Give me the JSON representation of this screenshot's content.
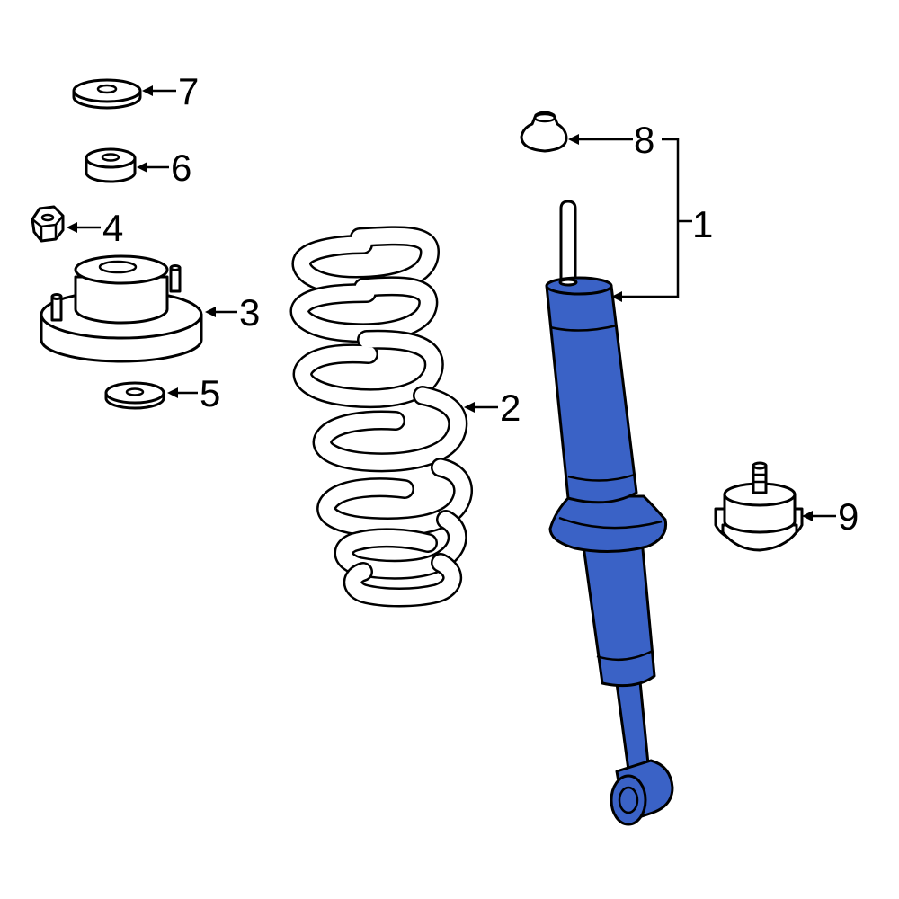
{
  "colors": {
    "highlight": "#3a62c6",
    "line": "#000000",
    "background": "#ffffff"
  },
  "callouts": {
    "c1": "1",
    "c2": "2",
    "c3": "3",
    "c4": "4",
    "c5": "5",
    "c6": "6",
    "c7": "7",
    "c8": "8",
    "c9": "9"
  }
}
